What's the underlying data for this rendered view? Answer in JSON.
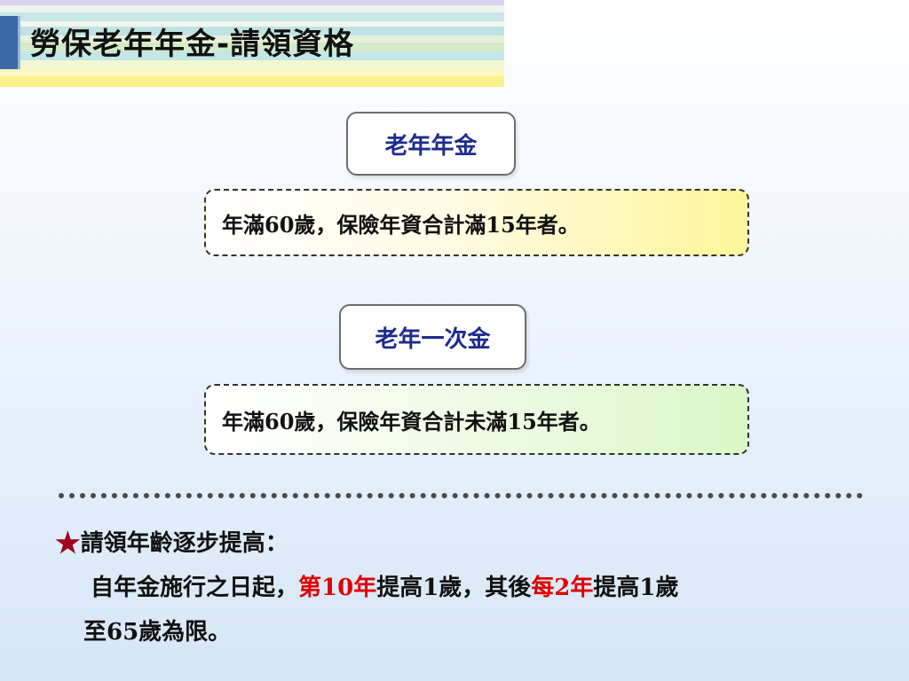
{
  "header": {
    "title": "勞保老年年金-請領資格"
  },
  "pension": {
    "label": "老年年金",
    "condition": "年滿60歲，保險年資合計滿15年者。"
  },
  "lump_sum": {
    "label": "老年一次金",
    "condition": "年滿60歲，保險年資合計未滿15年者。"
  },
  "note": {
    "star": "★",
    "heading": "請領年齡逐步提高：",
    "line1_part1": "自年金施行之日起，",
    "line1_red1": "第10年",
    "line1_part2": "提高1歲，其後",
    "line1_red2": "每2年",
    "line1_part3": "提高1歲",
    "line2": "至65歲為限。"
  },
  "colors": {
    "title_bar": "#3a68a8",
    "label_text": "#1c2c8c",
    "highlight_red": "#e00000",
    "star": "#a00020"
  }
}
